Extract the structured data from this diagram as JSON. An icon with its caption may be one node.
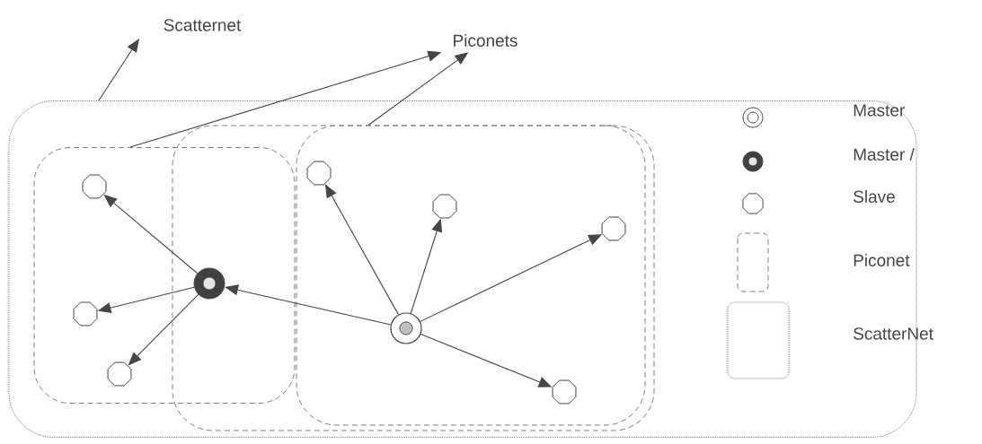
{
  "diagram": {
    "nodes": [
      {
        "text": [
          "Scatternet"
        ]
      },
      {
        "text": [
          "Piconets"
        ]
      },
      {
        "text": [],
        "shape": "box"
      },
      {
        "text": [],
        "shape": "box",
        "in": 2
      },
      {
        "text": [],
        "shape": "box",
        "in": 2
      },
      {
        "text": [],
        "shape": "box",
        "in": 4
      },
      {
        "text": [],
        "shape": "octagon",
        "in": 5
      },
      {
        "text": [],
        "shape": "octagon",
        "in": 3
      },
      {
        "text": [],
        "shape": "octagon",
        "in": 5
      },
      {
        "text": [],
        "shape": "octagon",
        "in": 5
      },
      {
        "text": [],
        "shape": "circle"
      },
      {
        "text": [],
        "shape": "octagon",
        "in": 3
      },
      {
        "text": [],
        "shape": "ring",
        "in": 5
      },
      {
        "text": [],
        "shape": "octagon",
        "in": 3
      },
      {
        "text": [],
        "shape": "octagon",
        "in": 5
      }
    ],
    "edges": [
      {
        "from": 2,
        "to": 0,
        "arrow": "to"
      },
      {
        "from": 3,
        "to": 1,
        "arrow": "to"
      },
      {
        "from": 5,
        "to": 1,
        "arrow": "to"
      },
      {
        "from": 10,
        "to": 7,
        "arrow": "to"
      },
      {
        "from": 10,
        "to": 11,
        "arrow": "to"
      },
      {
        "from": 10,
        "to": 13,
        "arrow": "to"
      },
      {
        "from": 12,
        "to": 10,
        "arrow": "to"
      },
      {
        "from": 12,
        "to": 6,
        "arrow": "to"
      },
      {
        "from": 12,
        "to": 8,
        "arrow": "to"
      },
      {
        "from": 12,
        "to": 9,
        "arrow": "to"
      },
      {
        "from": 12,
        "to": 14,
        "arrow": "to"
      }
    ],
    "legend": [
      {
        "text": "Master"
      },
      {
        "text": "Master /"
      },
      {
        "text": "Slave"
      },
      {
        "text": "Piconet"
      },
      {
        "text": "ScatterNet"
      }
    ]
  }
}
